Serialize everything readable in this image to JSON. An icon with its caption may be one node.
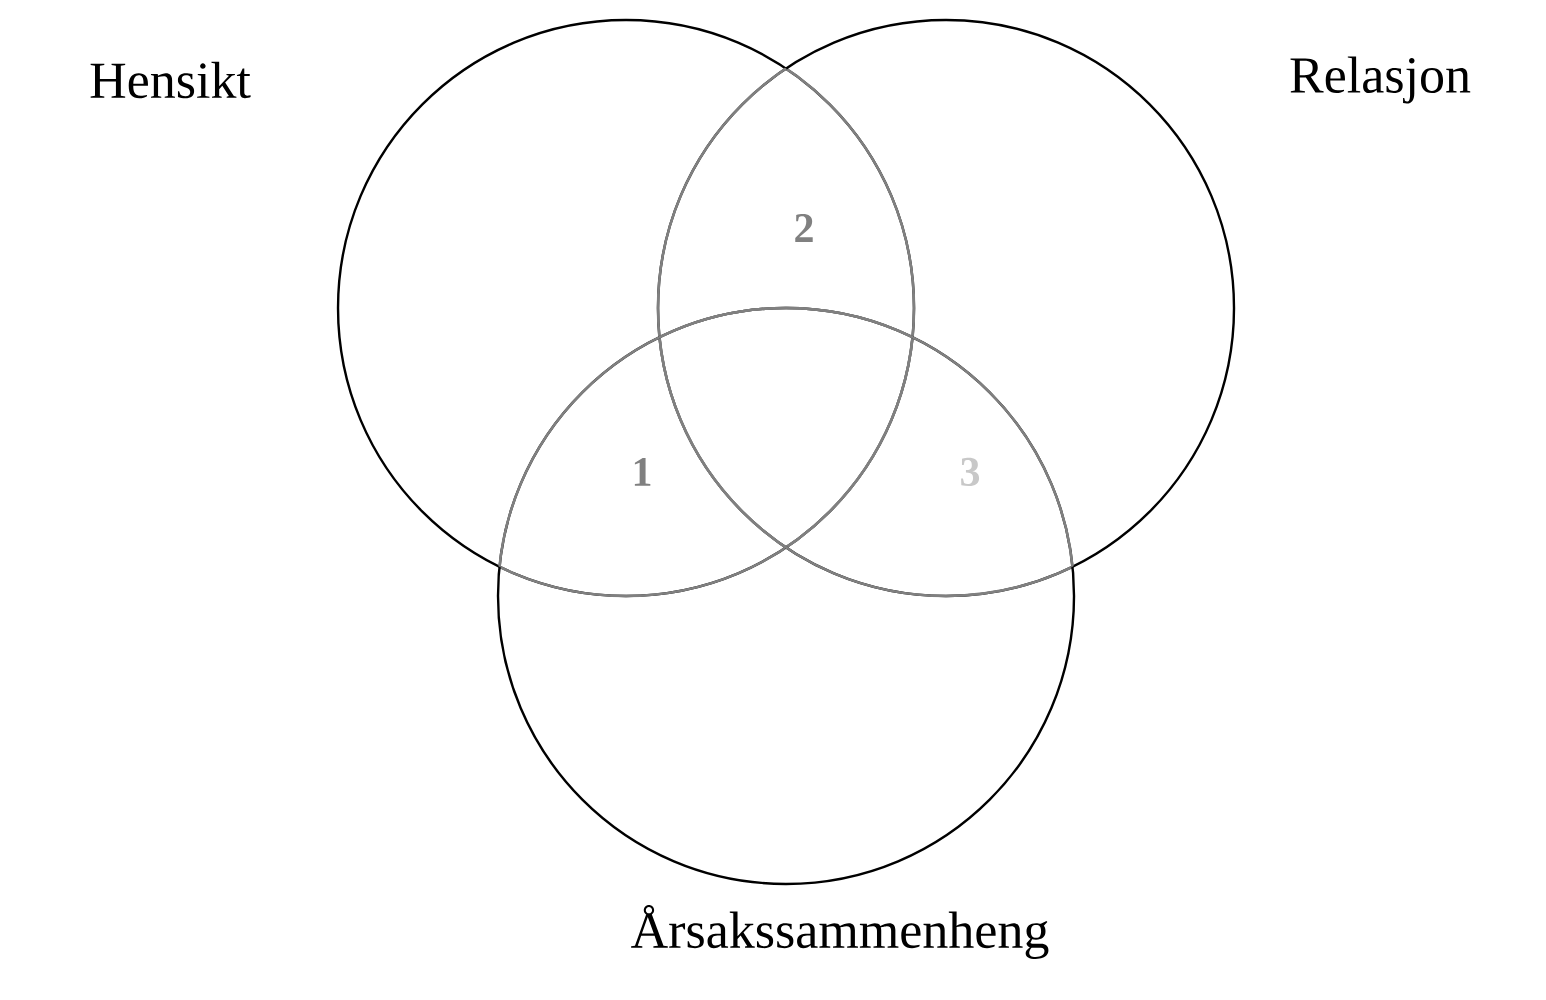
{
  "diagram": {
    "nodes": [
      {
        "text": [
          "Hensikt"
        ]
      },
      {
        "text": [
          "Relasjon"
        ]
      },
      {
        "text": [
          "Årsakssammenheng"
        ]
      }
    ],
    "labels": [
      "2",
      "1",
      "3"
    ]
  }
}
